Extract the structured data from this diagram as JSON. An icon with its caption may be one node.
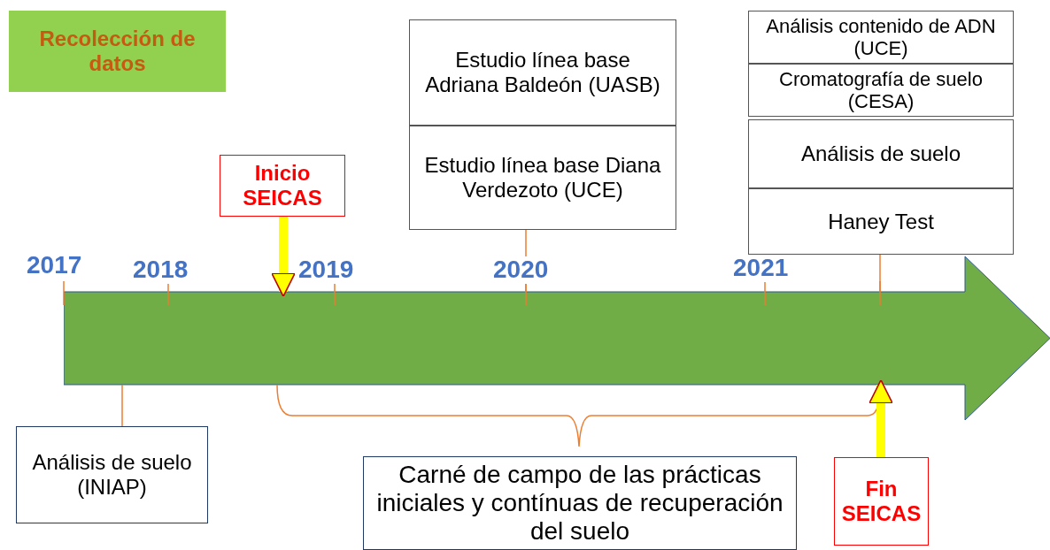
{
  "diagram": {
    "nodes": [
      {
        "text": [
          "Recolección de datos"
        ]
      },
      {
        "text": [
          "Inicio SEICAS"
        ]
      },
      {
        "text": [
          "Estudio línea base Adriana Baldeón (UASB)"
        ]
      },
      {
        "text": [
          "Estudio línea base Diana Verdezoto (UCE)"
        ]
      },
      {
        "text": [
          "Análisis contenido de ADN (UCE)"
        ]
      },
      {
        "text": [
          "Cromatografía de suelo (CESA)"
        ]
      },
      {
        "text": [
          "Análisis de suelo"
        ]
      },
      {
        "text": [
          "Haney Test"
        ]
      },
      {
        "text": [],
        "shape": "arrow"
      },
      {
        "text": [
          "Análisis de suelo (INIAP)"
        ]
      },
      {
        "text": [
          "Carné de campo de las prácticas iniciales y contínuas de recuperación del suelo"
        ]
      },
      {
        "text": [
          "Fin SEICAS"
        ]
      }
    ],
    "edges": [
      {
        "from": 1,
        "to": 8,
        "arrow": "to",
        "style": "thick",
        "color": "#ffff00"
      },
      {
        "from": 3,
        "to": 8,
        "arrow": "none"
      },
      {
        "from": 7,
        "to": 8,
        "arrow": "none"
      },
      {
        "from": 9,
        "to": 8,
        "arrow": "none"
      },
      {
        "from": 11,
        "to": 8,
        "arrow": "to",
        "style": "thick",
        "color": "#ffff00"
      }
    ],
    "labels": [
      "2017",
      "2018",
      "2019",
      "2020",
      "2021"
    ]
  }
}
